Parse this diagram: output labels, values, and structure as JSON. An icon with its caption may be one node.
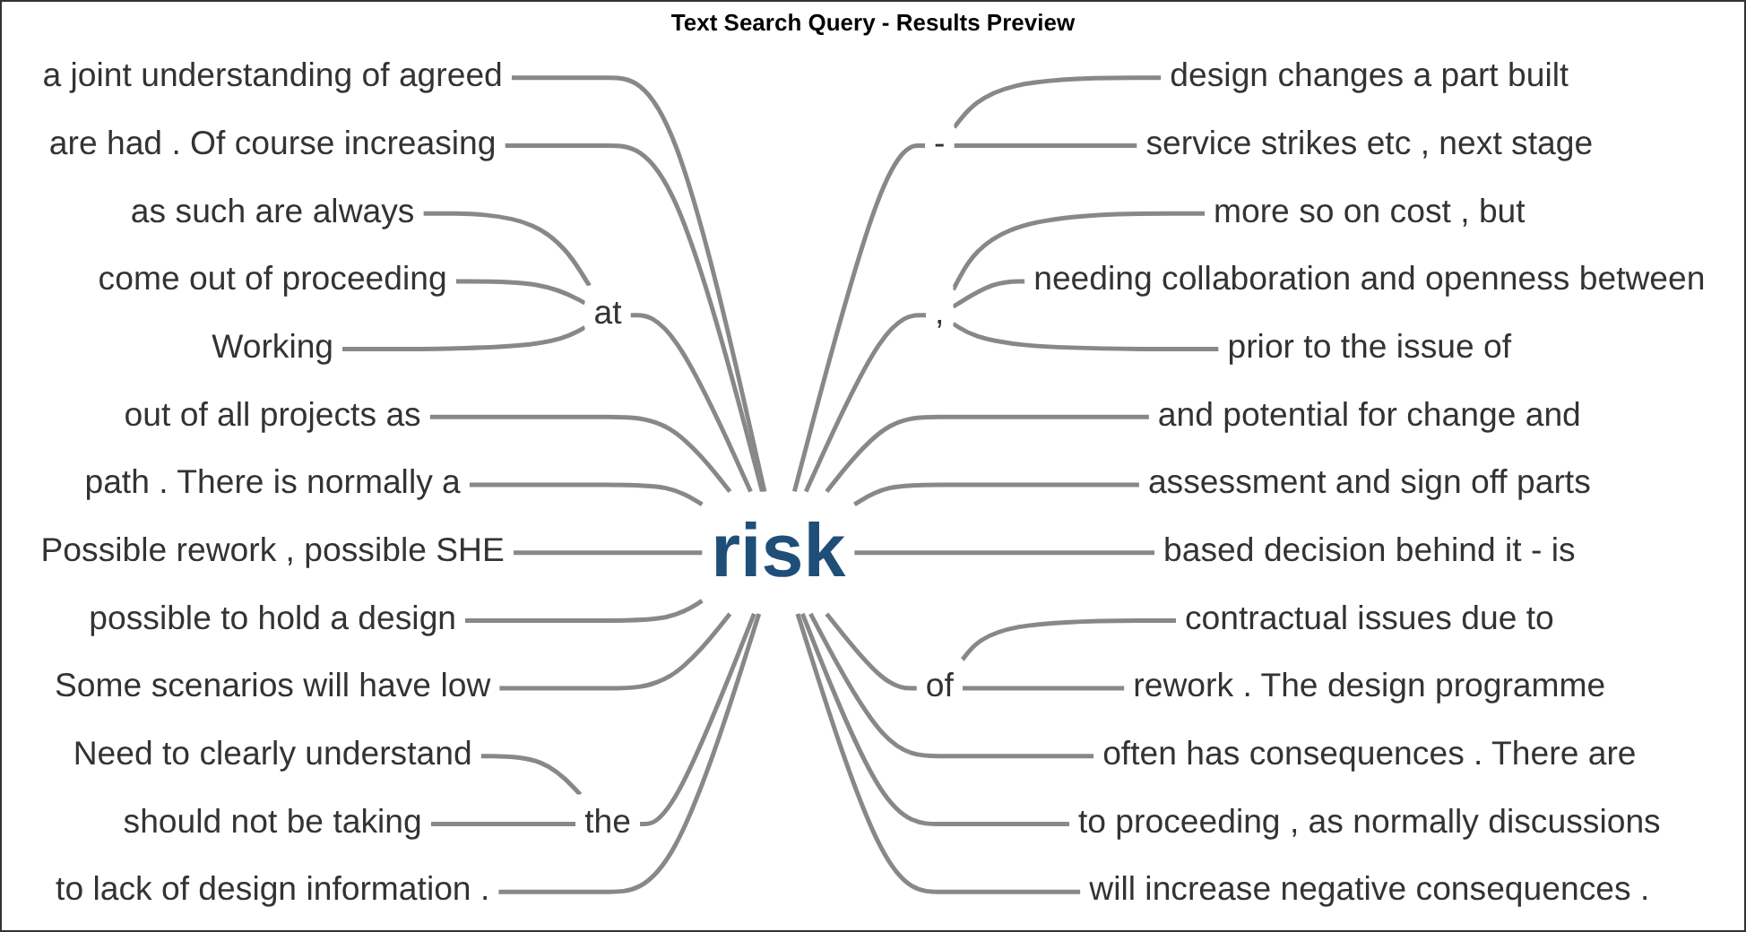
{
  "diagram": {
    "title": "Text Search Query - Results Preview",
    "nodes": [
      {
        "text": [
          "a joint understanding of agreed"
        ]
      },
      {
        "text": [
          "are had . Of course increasing"
        ]
      },
      {
        "text": [
          "as such are always"
        ]
      },
      {
        "text": [
          "come out of proceeding"
        ]
      },
      {
        "text": [
          "Working"
        ]
      },
      {
        "text": [
          "at"
        ]
      },
      {
        "text": [
          "out of all projects as"
        ]
      },
      {
        "text": [
          "path . There is normally a"
        ]
      },
      {
        "text": [
          "Possible rework , possible SHE"
        ]
      },
      {
        "text": [
          "possible to hold a design"
        ]
      },
      {
        "text": [
          "Some scenarios will have low"
        ]
      },
      {
        "text": [
          "Need to clearly understand"
        ]
      },
      {
        "text": [
          "should not be taking"
        ]
      },
      {
        "text": [
          "the"
        ]
      },
      {
        "text": [
          "to lack of design information ."
        ]
      },
      {
        "text": [
          "risk"
        ]
      },
      {
        "text": [
          "-"
        ]
      },
      {
        "text": [
          "design changes a part built"
        ]
      },
      {
        "text": [
          "service strikes etc , next stage"
        ]
      },
      {
        "text": [
          ","
        ]
      },
      {
        "text": [
          "more so on cost , but"
        ]
      },
      {
        "text": [
          "needing collaboration and openness between"
        ]
      },
      {
        "text": [
          "prior to the issue of"
        ]
      },
      {
        "text": [
          "and potential for change and"
        ]
      },
      {
        "text": [
          "assessment and sign off parts"
        ]
      },
      {
        "text": [
          "based decision behind it - is"
        ]
      },
      {
        "text": [
          "of"
        ]
      },
      {
        "text": [
          "contractual issues due to"
        ]
      },
      {
        "text": [
          "rework . The design programme"
        ]
      },
      {
        "text": [
          "often has consequences . There are"
        ]
      },
      {
        "text": [
          "to proceeding , as normally discussions"
        ]
      },
      {
        "text": [
          "will increase negative consequences ."
        ]
      }
    ],
    "edges": [
      {
        "from": 0,
        "to": 15,
        "arrow": "none"
      },
      {
        "from": 1,
        "to": 15,
        "arrow": "none"
      },
      {
        "from": 2,
        "to": 5,
        "arrow": "none"
      },
      {
        "from": 3,
        "to": 5,
        "arrow": "none"
      },
      {
        "from": 4,
        "to": 5,
        "arrow": "none"
      },
      {
        "from": 5,
        "to": 15,
        "arrow": "none"
      },
      {
        "from": 6,
        "to": 15,
        "arrow": "none"
      },
      {
        "from": 7,
        "to": 15,
        "arrow": "none"
      },
      {
        "from": 8,
        "to": 15,
        "arrow": "none"
      },
      {
        "from": 9,
        "to": 15,
        "arrow": "none"
      },
      {
        "from": 10,
        "to": 15,
        "arrow": "none"
      },
      {
        "from": 11,
        "to": 13,
        "arrow": "none"
      },
      {
        "from": 12,
        "to": 13,
        "arrow": "none"
      },
      {
        "from": 13,
        "to": 15,
        "arrow": "none"
      },
      {
        "from": 14,
        "to": 15,
        "arrow": "none"
      },
      {
        "from": 15,
        "to": 16,
        "arrow": "none"
      },
      {
        "from": 16,
        "to": 17,
        "arrow": "none"
      },
      {
        "from": 16,
        "to": 18,
        "arrow": "none"
      },
      {
        "from": 15,
        "to": 19,
        "arrow": "none"
      },
      {
        "from": 19,
        "to": 20,
        "arrow": "none"
      },
      {
        "from": 19,
        "to": 21,
        "arrow": "none"
      },
      {
        "from": 19,
        "to": 22,
        "arrow": "none"
      },
      {
        "from": 15,
        "to": 23,
        "arrow": "none"
      },
      {
        "from": 15,
        "to": 24,
        "arrow": "none"
      },
      {
        "from": 15,
        "to": 25,
        "arrow": "none"
      },
      {
        "from": 15,
        "to": 26,
        "arrow": "none"
      },
      {
        "from": 26,
        "to": 27,
        "arrow": "none"
      },
      {
        "from": 26,
        "to": 28,
        "arrow": "none"
      },
      {
        "from": 15,
        "to": 29,
        "arrow": "none"
      },
      {
        "from": 15,
        "to": 30,
        "arrow": "none"
      },
      {
        "from": 15,
        "to": 31,
        "arrow": "none"
      }
    ]
  }
}
